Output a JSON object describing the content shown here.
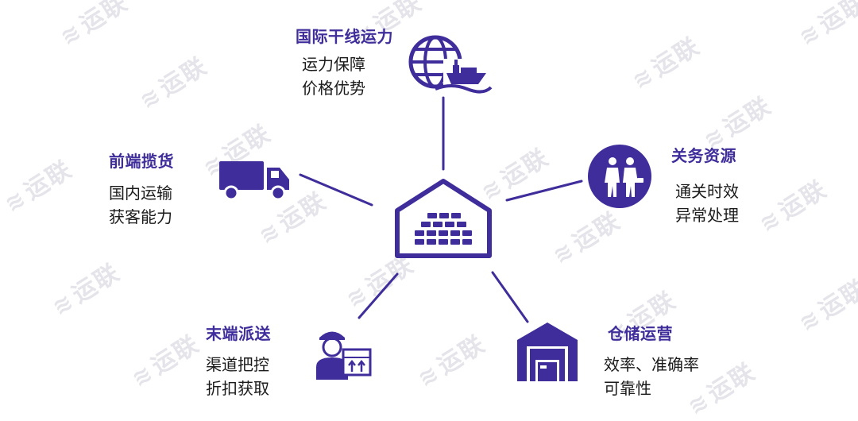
{
  "colors": {
    "accent": "#3e2d9a",
    "text": "#1a1a1a",
    "watermark": "#e4e4ea"
  },
  "watermark": {
    "text": "运联",
    "logo_icon": "swirl-logo-icon"
  },
  "hub": {
    "icon": "warehouse-icon"
  },
  "nodes": {
    "international": {
      "icon": "globe-ship-icon",
      "title": "国际干线运力",
      "lines": [
        "运力保障",
        "价格优势"
      ]
    },
    "front": {
      "icon": "truck-icon",
      "title": "前端揽货",
      "lines": [
        "国内运输",
        "获客能力"
      ]
    },
    "customs": {
      "icon": "customs-people-icon",
      "title": "关务资源",
      "lines": [
        "通关时效",
        "异常处理"
      ]
    },
    "lastmile": {
      "icon": "courier-icon",
      "title": "末端派送",
      "lines": [
        "渠道把控",
        "折扣获取"
      ]
    },
    "storage": {
      "icon": "storage-warehouse-icon",
      "title": "仓储运营",
      "lines": [
        "效率、准确率",
        "可靠性"
      ]
    }
  }
}
